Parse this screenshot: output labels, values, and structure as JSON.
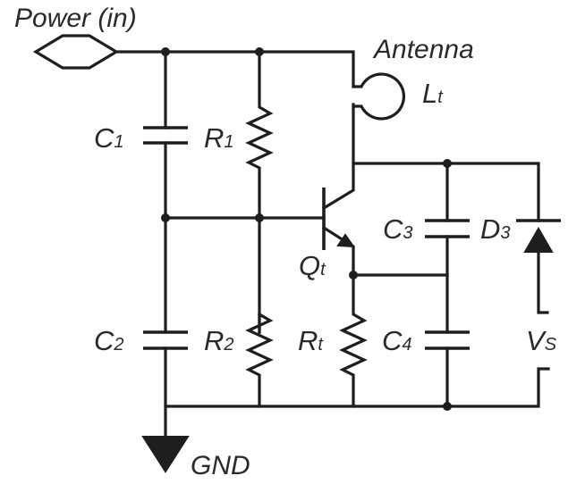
{
  "diagram": {
    "type": "circuit-schematic",
    "labels": {
      "power_in": "Power (in)",
      "antenna": "Antenna",
      "gnd": "GND",
      "c1": {
        "main": "C",
        "sub": "1"
      },
      "c2": {
        "main": "C",
        "sub": "2"
      },
      "c3": {
        "main": "C",
        "sub": "3"
      },
      "c4": {
        "main": "C",
        "sub": "4"
      },
      "r1": {
        "main": "R",
        "sub": "1"
      },
      "r2": {
        "main": "R",
        "sub": "2"
      },
      "rt": {
        "main": "R",
        "sub": "t"
      },
      "lt": {
        "main": "L",
        "sub": "t"
      },
      "qt": {
        "main": "Q",
        "sub": "t"
      },
      "d3": {
        "main": "D",
        "sub": "3"
      },
      "vs": {
        "main": "V",
        "sub": "S"
      }
    },
    "components": [
      {
        "id": "power-in",
        "kind": "input-connector"
      },
      {
        "id": "C1",
        "kind": "capacitor"
      },
      {
        "id": "C2",
        "kind": "capacitor"
      },
      {
        "id": "R1",
        "kind": "resistor"
      },
      {
        "id": "R2",
        "kind": "resistor"
      },
      {
        "id": "Lt",
        "kind": "loop-antenna-inductor"
      },
      {
        "id": "Qt",
        "kind": "npn-transistor"
      },
      {
        "id": "Rt",
        "kind": "resistor"
      },
      {
        "id": "C3",
        "kind": "capacitor"
      },
      {
        "id": "C4",
        "kind": "capacitor"
      },
      {
        "id": "D3",
        "kind": "varactor-diode"
      },
      {
        "id": "Vs",
        "kind": "voltage-terminal"
      },
      {
        "id": "GND",
        "kind": "ground"
      }
    ]
  }
}
